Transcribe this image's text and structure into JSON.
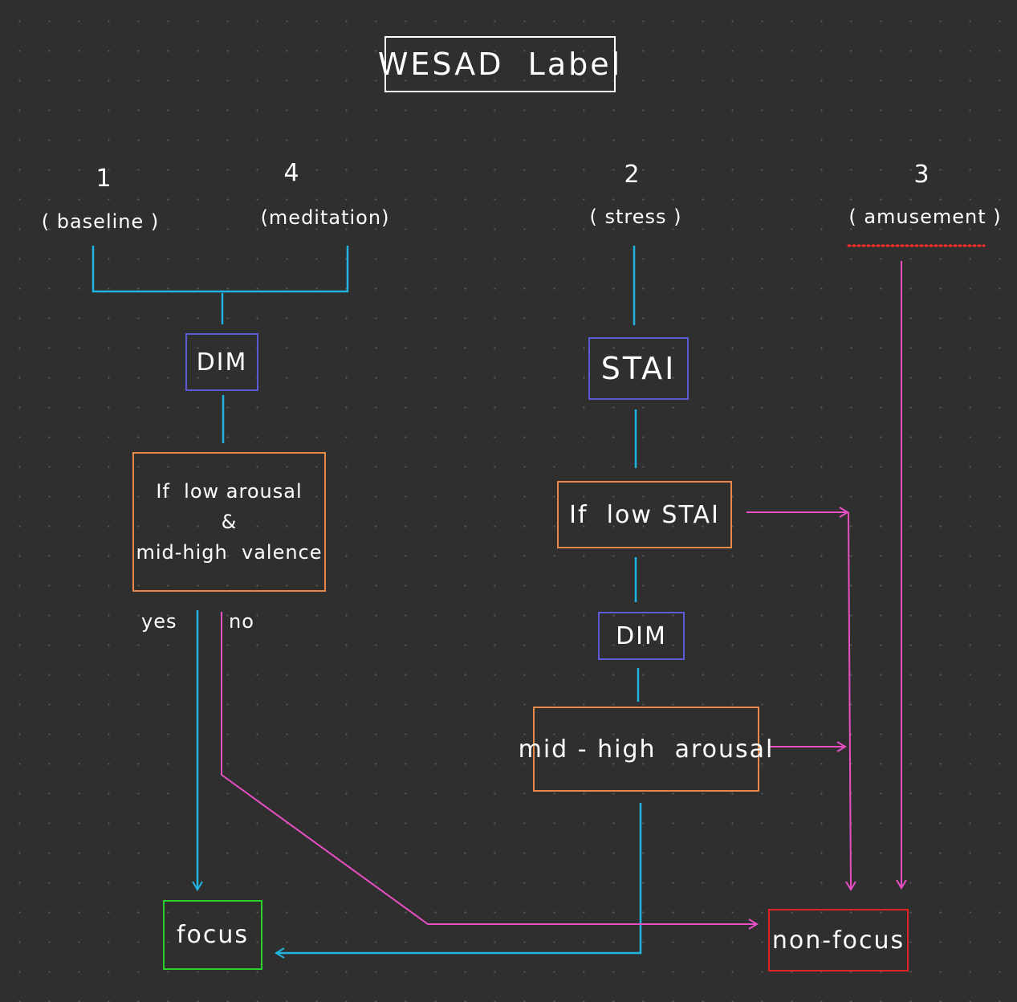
{
  "title": "WESAD  Label",
  "labels": {
    "baseline": {
      "num": "1",
      "name": "( baseline )"
    },
    "meditation": {
      "num": "4",
      "name": "(meditation)"
    },
    "stress": {
      "num": "2",
      "name": "( stress )"
    },
    "amusement": {
      "num": "3",
      "name": "( amusement )"
    }
  },
  "nodes": {
    "dim_left": "DIM",
    "stai": "STAI",
    "condition_left": {
      "line1": "If  low arousal",
      "line2": "&",
      "line3": "mid-high  valence"
    },
    "if_low_stai": "If  low STAI",
    "dim_right": "DIM",
    "mid_high_arousal": "mid - high  arousal",
    "focus": "focus",
    "non_focus": "non-focus"
  },
  "branches": {
    "yes": "yes",
    "no": "no"
  },
  "colors": {
    "background": "#2f2f2f",
    "title_border": "#ffffff",
    "dim_border": "#5b5bd6",
    "condition_border": "#e8894a",
    "focus_border": "#2bd12b",
    "nonfocus_border": "#e02424",
    "blue_line": "#20b4e0",
    "pink_line": "#e84fc4",
    "red_dots": "#ff2b2b"
  }
}
